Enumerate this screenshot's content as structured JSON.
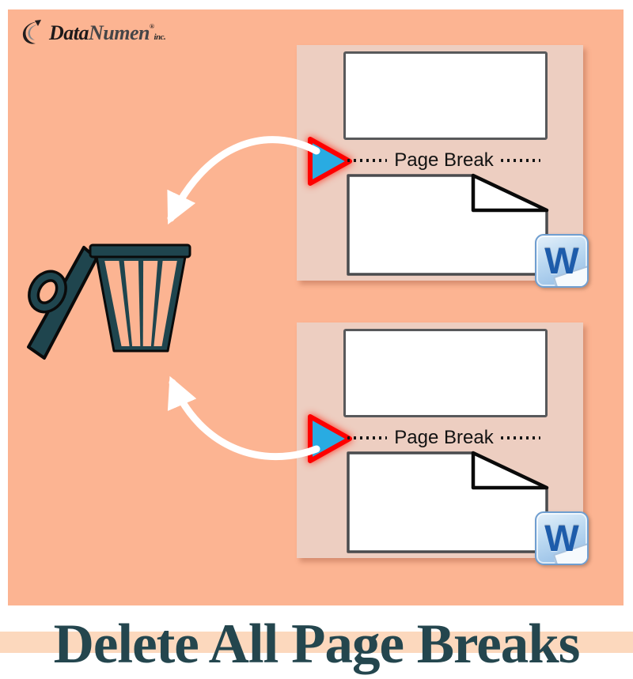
{
  "brand": {
    "name_part1": "Data",
    "name_part2": "Numen",
    "registered_mark": "®",
    "suffix": "inc."
  },
  "headline": "Delete All Page Breaks",
  "panels": [
    {
      "break_label": "Page Break",
      "app_icon_letter": "W"
    },
    {
      "break_label": "Page Break",
      "app_icon_letter": "W"
    }
  ],
  "icons": {
    "brand_swoosh": "datanumen-swoosh-icon",
    "trash": "trash-can-icon",
    "curved_arrows": "curved-arrow-icon",
    "page_break_marker": "triangle-marker-icon",
    "word_logo": "ms-word-icon"
  },
  "colors": {
    "background_salmon": "#fcb492",
    "panel_pink": "#edcec1",
    "teal": "#1f454e",
    "marker_blue": "#29abe2",
    "marker_red": "#fe0000",
    "headline_bar": "#fcd8bd",
    "page_border_gray": "#58595b",
    "word_blue": "#1d5cab"
  }
}
